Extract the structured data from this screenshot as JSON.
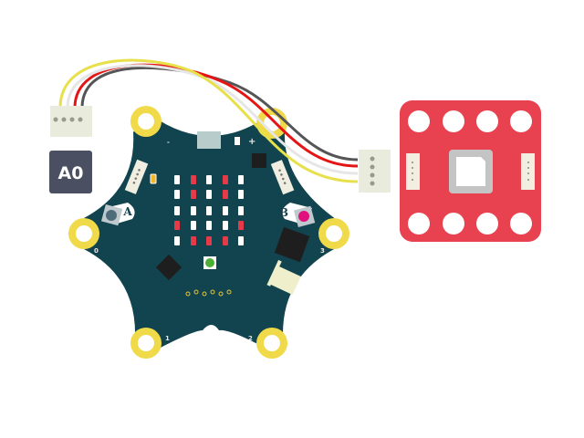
{
  "pin_indicator": {
    "label": "A0"
  },
  "board": {
    "button_a_label": "A",
    "button_b_label": "B",
    "pin_minus": "-",
    "pin_plus": "+",
    "pin_0": "0",
    "pin_1": "1",
    "pin_2": "2",
    "pin_3": "3",
    "led_matrix": [
      [
        0,
        1,
        0,
        1,
        0
      ],
      [
        0,
        1,
        0,
        1,
        0
      ],
      [
        0,
        0,
        0,
        0,
        0
      ],
      [
        1,
        0,
        0,
        0,
        1
      ],
      [
        0,
        1,
        1,
        1,
        0
      ]
    ],
    "status_led": "on"
  },
  "colors": {
    "board": "#124450",
    "pad": "#f0da4a",
    "led_on": "#e63a48",
    "led_off": "#ffffff",
    "sensor_module": "#e84150",
    "indicator_bg": "#4a5061",
    "button_b": "#e0117f",
    "button_a": "#4e6b7a",
    "wires": [
      "#e8e04a",
      "#f2f2f2",
      "#e61515",
      "#555557"
    ]
  }
}
